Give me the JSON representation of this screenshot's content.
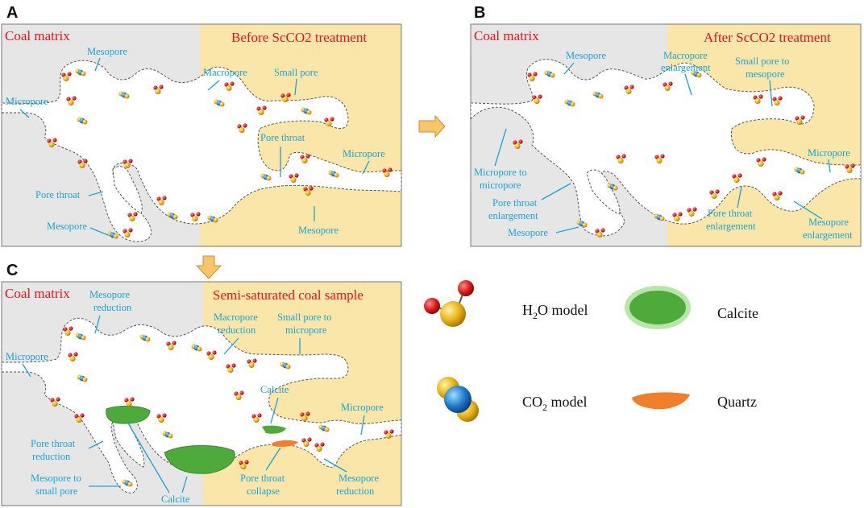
{
  "panels": {
    "A": {
      "letter": "A",
      "coal_matrix": "Coal matrix",
      "title": "Before ScCO2 treatment",
      "labels": {
        "mesopore_top": "Mesopore",
        "macropore": "Macropore",
        "small_pore": "Small pore",
        "micropore_left": "Micropore",
        "pore_throat_mid": "Pore throat",
        "micropore_right": "Micropore",
        "pore_throat_left": "Pore throat",
        "mesopore_bottom_left": "Mesopore",
        "mesopore_bottom": "Mesopore"
      }
    },
    "B": {
      "letter": "B",
      "coal_matrix": "Coal matrix",
      "title": "After ScCO2 treatment",
      "labels": {
        "mesopore_top": "Mesopore",
        "macropore_1": "Macropore",
        "macropore_2": "enlargement",
        "small_pore_1": "Small pore to",
        "small_pore_2": "mesopore",
        "micropore_right": "Micropore",
        "micropore_to_1": "Micropore to",
        "micropore_to_2": "micropore",
        "throat_enl_1": "Pore throat",
        "throat_enl_2": "enlargement",
        "mesopore_bottom": "Mesopore",
        "throat_enl_b_1": "Pore throat",
        "throat_enl_b_2": "enlargement",
        "meso_enl_1": "Mesopore",
        "meso_enl_2": "enlargement"
      }
    },
    "C": {
      "letter": "C",
      "coal_matrix": "Coal matrix",
      "title": "Semi-saturated coal sample",
      "labels": {
        "meso_red_1": "Mesopore",
        "meso_red_2": "reduction",
        "macro_red_1": "Macropore",
        "macro_red_2": "reduction",
        "small_to_micro_1": "Small pore to",
        "small_to_micro_2": "micropore",
        "micropore_left": "Micropore",
        "calcite_top": "Calcite",
        "micropore_right": "Micropore",
        "throat_red_1": "Pore throat",
        "throat_red_2": "reduction",
        "meso_small_1": "Mesopore to",
        "meso_small_2": "small pore",
        "calcite_bottom": "Calcite",
        "throat_coll_1": "Pore throat",
        "throat_coll_2": "collapse",
        "meso_red_b_1": "Mesopore",
        "meso_red_b_2": "reduction"
      }
    }
  },
  "legend": {
    "h2o_prefix": "H",
    "h2o_sub": "2",
    "h2o_suffix": "O model",
    "co2_prefix": "CO",
    "co2_sub": "2",
    "co2_suffix": " model",
    "calcite": "Calcite",
    "quartz": "Quartz"
  },
  "colors": {
    "coal_gray": "#e6e6e6",
    "coal_yellow": "#fae6a8",
    "calcite": "#4faa3c",
    "quartz": "#ef7f2a",
    "label_blue": "#1aa3d8",
    "title_red": "#e8141c"
  }
}
